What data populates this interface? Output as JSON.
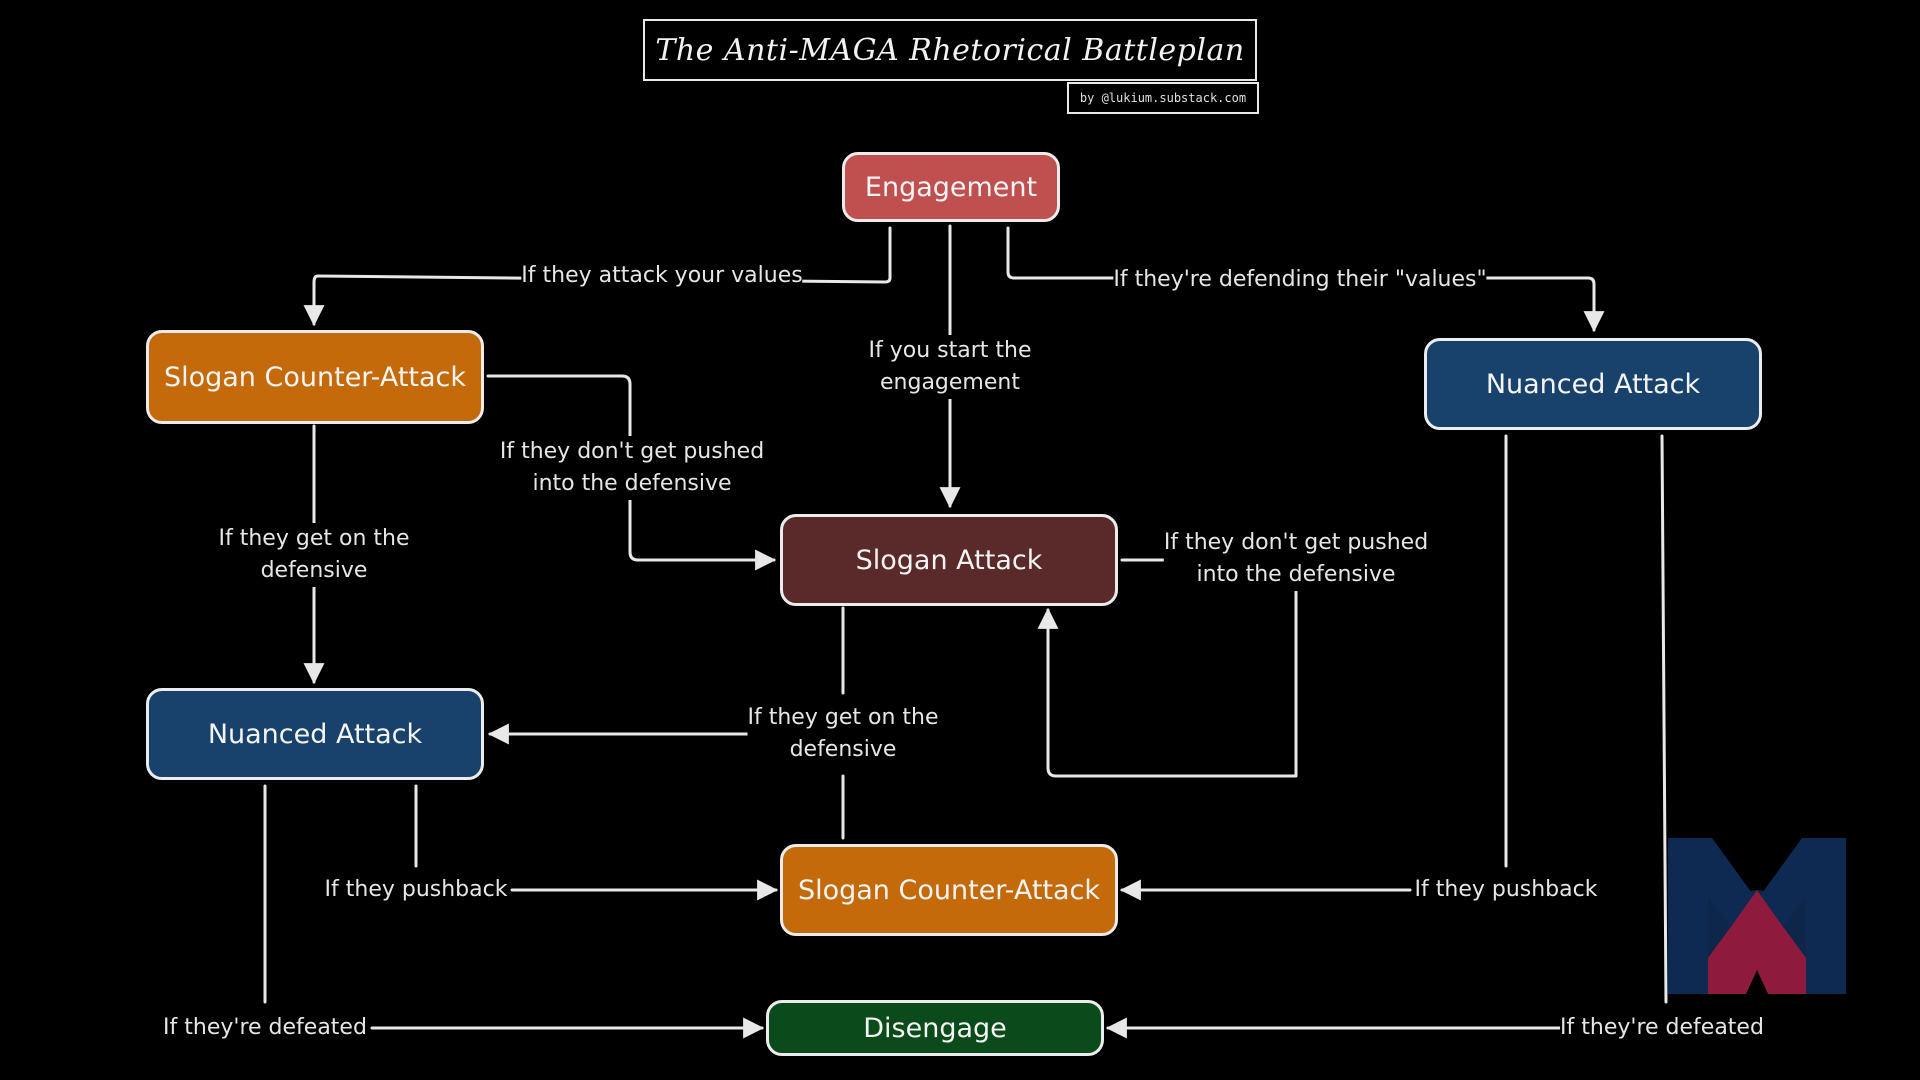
{
  "header": {
    "title": "The Anti-MAGA Rhetorical Battleplan",
    "byline": "by @lukium.substack.com"
  },
  "nodes": {
    "engagement": "Engagement",
    "slogan_counter_left": "Slogan Counter-Attack",
    "nuanced_right": "Nuanced Attack",
    "slogan_attack": "Slogan Attack",
    "nuanced_left": "Nuanced Attack",
    "slogan_counter_bottom": "Slogan Counter-Attack",
    "disengage": "Disengage"
  },
  "edge_labels": {
    "attack_values": "If they attack your values",
    "defending_values": "If they're defending their \"values\"",
    "you_start": "If you start the\nengagement",
    "not_pushed_left": "If they don't get pushed\ninto the defensive",
    "defensive_left": "If they get on the\ndefensive",
    "not_pushed_right": "If they don't get pushed\ninto the defensive",
    "defensive_center": "If they get on the\ndefensive",
    "pushback_left": "If they pushback",
    "pushback_right": "If they pushback",
    "defeated_left": "If they're defeated",
    "defeated_right": "If they're defeated"
  },
  "logo": {
    "icon": "mm-logo-icon",
    "colors": [
      "#0e2a52",
      "#8e1b3d"
    ]
  },
  "colors": {
    "engagement": "#c0504f",
    "slogan_counter": "#c46a0a",
    "nuanced": "#18426b",
    "slogan_attack": "#5a2a2a",
    "disengage": "#0b4a1a"
  }
}
